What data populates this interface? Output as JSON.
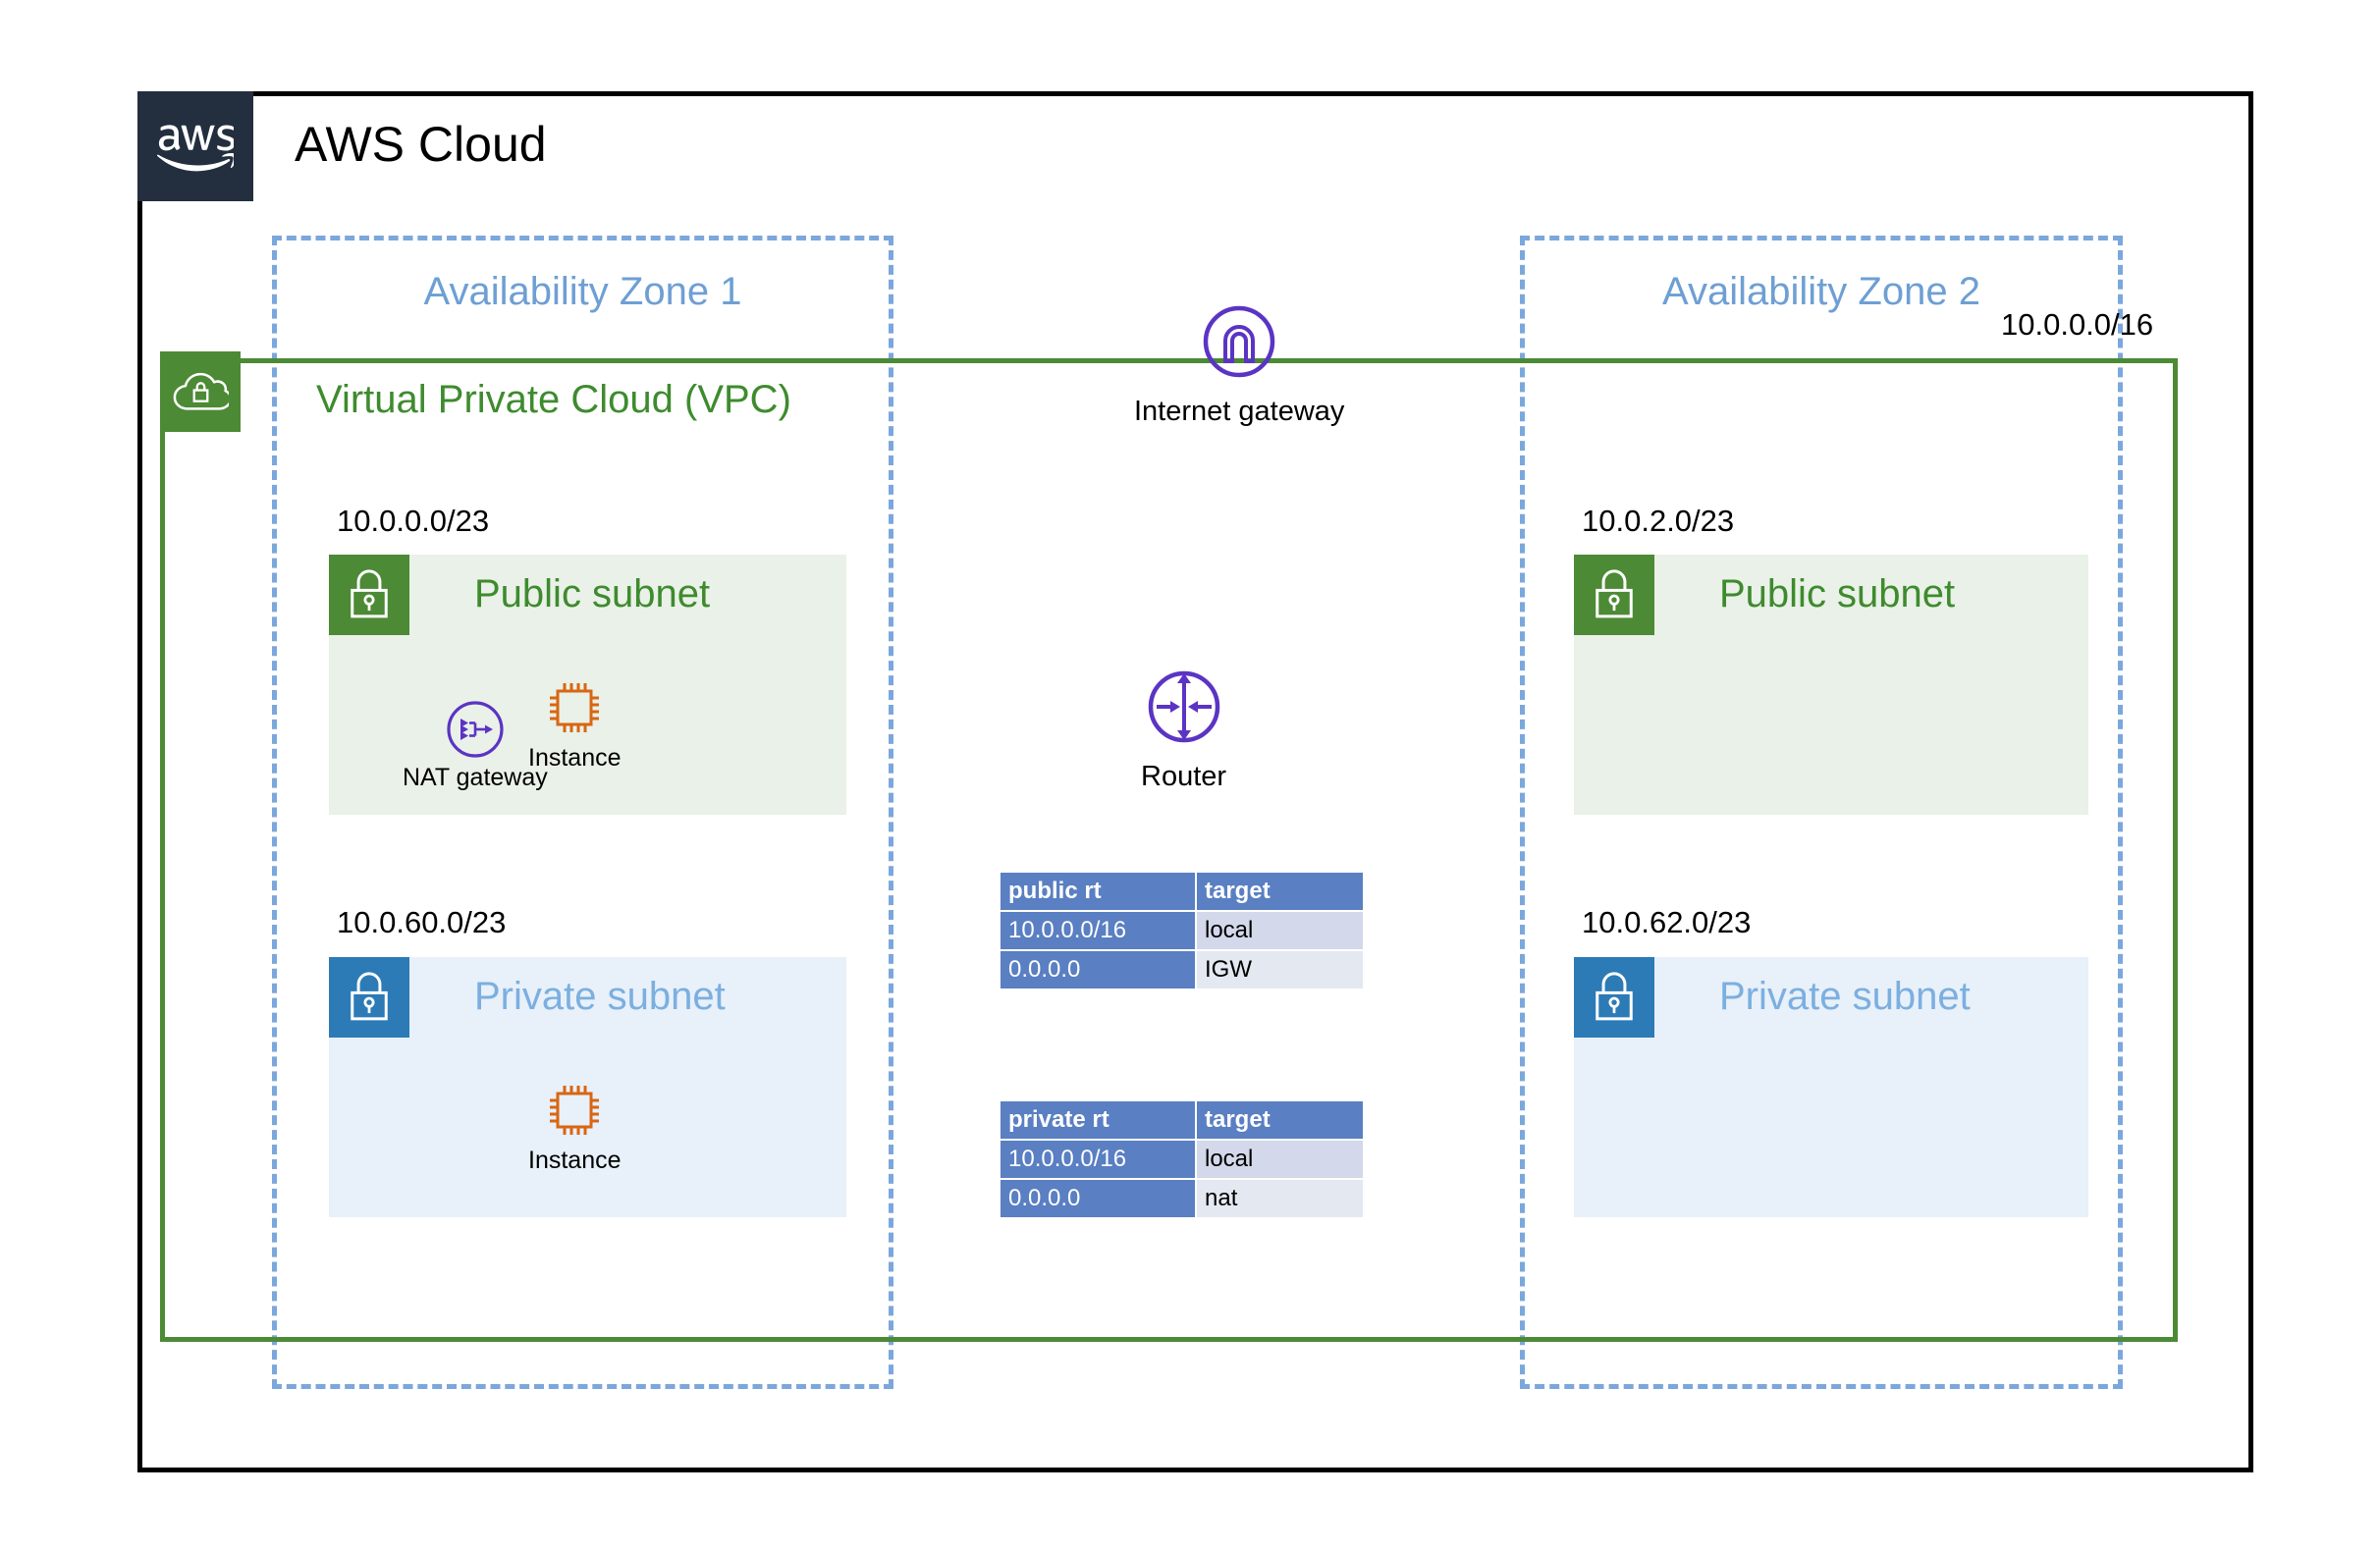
{
  "cloud": {
    "title": "AWS Cloud",
    "logo_icon": "aws-logo-icon",
    "border_color": "#000000"
  },
  "vpc": {
    "title": "Virtual Private Cloud (VPC)",
    "cidr": "10.0.0.0/16",
    "icon": "vpc-cloud-lock-icon",
    "color": "#3E8B2E",
    "border_color": "#4C8A35"
  },
  "availability_zones": [
    {
      "label": "Availability Zone 1",
      "color": "#6E9FD4"
    },
    {
      "label": "Availability Zone 2",
      "color": "#6E9FD4"
    }
  ],
  "subnets": [
    {
      "zone": "Availability Zone 1",
      "type": "public",
      "title": "Public subnet",
      "cidr": "10.0.0.0/23",
      "icon": "lock-icon",
      "icon_color": "#4C8A35",
      "background": "#EAF1E8",
      "title_color": "#3E8B2E",
      "resources": [
        {
          "label": "NAT gateway",
          "icon": "nat-gateway-icon",
          "color": "#5B34C4"
        },
        {
          "label": "Instance",
          "icon": "ec2-instance-icon",
          "color": "#D86613"
        }
      ]
    },
    {
      "zone": "Availability Zone 1",
      "type": "private",
      "title": "Private subnet",
      "cidr": "10.0.60.0/23",
      "icon": "lock-icon",
      "icon_color": "#2C7BB6",
      "background": "#E8F0F9",
      "title_color": "#7BAFE0",
      "resources": [
        {
          "label": "Instance",
          "icon": "ec2-instance-icon",
          "color": "#D86613"
        }
      ]
    },
    {
      "zone": "Availability Zone 2",
      "type": "public",
      "title": "Public subnet",
      "cidr": "10.0.2.0/23",
      "icon": "lock-icon",
      "icon_color": "#4C8A35",
      "background": "#EAF1E8",
      "title_color": "#3E8B2E",
      "resources": []
    },
    {
      "zone": "Availability Zone 2",
      "type": "private",
      "title": "Private subnet",
      "cidr": "10.0.62.0/23",
      "icon": "lock-icon",
      "icon_color": "#2C7BB6",
      "background": "#E8F0F9",
      "title_color": "#7BAFE0",
      "resources": []
    }
  ],
  "network_nodes": [
    {
      "label": "Internet gateway",
      "icon": "internet-gateway-icon",
      "color": "#5B34C4"
    },
    {
      "label": "Router",
      "icon": "router-icon",
      "color": "#5B34C4"
    }
  ],
  "route_tables": [
    {
      "name": "public-route-table",
      "headers": [
        "public rt",
        "target"
      ],
      "rows": [
        {
          "destination": "10.0.0.0/16",
          "target": "local"
        },
        {
          "destination": "0.0.0.0",
          "target": "IGW"
        }
      ]
    },
    {
      "name": "private-route-table",
      "headers": [
        "private rt",
        "target"
      ],
      "rows": [
        {
          "destination": "10.0.0.0/16",
          "target": "local"
        },
        {
          "destination": "0.0.0.0",
          "target": "nat"
        }
      ]
    }
  ]
}
